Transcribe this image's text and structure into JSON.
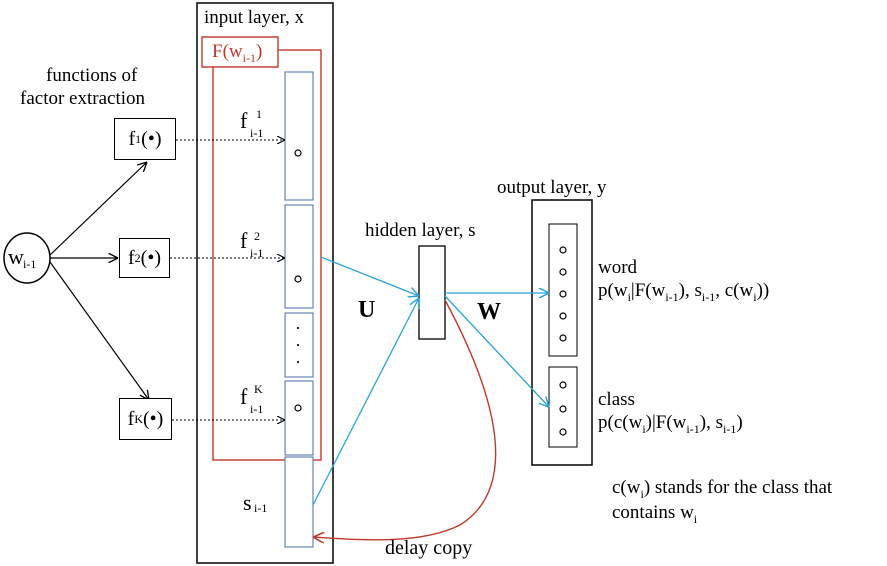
{
  "labels": {
    "input_layer": "input layer, x",
    "F_box": "F(w",
    "F_box_sub": "i-1",
    "F_box_close": ")",
    "functions_line1": "functions of",
    "functions_line2": "factor extraction",
    "w_node": "w",
    "w_node_sub": "i-1",
    "hidden_layer": "hidden layer, s",
    "output_layer": "output layer, y",
    "U": "U",
    "W": "W",
    "delay_copy": "delay copy",
    "s_prev": "s",
    "s_prev_sub": "i-1"
  },
  "functions": [
    {
      "base": "f",
      "sup": "1",
      "arg": "(•)"
    },
    {
      "base": "f",
      "sup": "2",
      "arg": "(•)"
    },
    {
      "base": "f",
      "sup": "K",
      "arg": "(•)"
    }
  ],
  "factors": [
    {
      "base": "f",
      "sup": "1",
      "sub": "i-1"
    },
    {
      "base": "f",
      "sup": "2",
      "sub": "i-1"
    },
    {
      "base": "f",
      "sup": "K",
      "sub": "i-1"
    }
  ],
  "vertical_dots": "· · ·",
  "word_output": {
    "title": "word",
    "formula": "p(w",
    "f_sub1": "i",
    "f_mid1": "|F(w",
    "f_sub2": "i-1",
    "f_mid2": "), s",
    "f_sub3": "i-1",
    "f_mid3": ", c(w",
    "f_sub4": "i",
    "f_end": "))"
  },
  "class_output": {
    "title": "class",
    "formula": "p(c(w",
    "f_sub1": "i",
    "f_mid1": ")|F(w",
    "f_sub2": "i-1",
    "f_mid2": "), s",
    "f_sub3": "i-1",
    "f_end": ")"
  },
  "note": {
    "line1_a": "c(w",
    "line1_sub": "i",
    "line1_b": ") stands for the class that",
    "line2_a": "contains w",
    "line2_sub": "i"
  },
  "colors": {
    "line": "#000000",
    "red": "#c0392b",
    "blue_box": "#4a6fa5",
    "cyan": "#29a3d9"
  }
}
